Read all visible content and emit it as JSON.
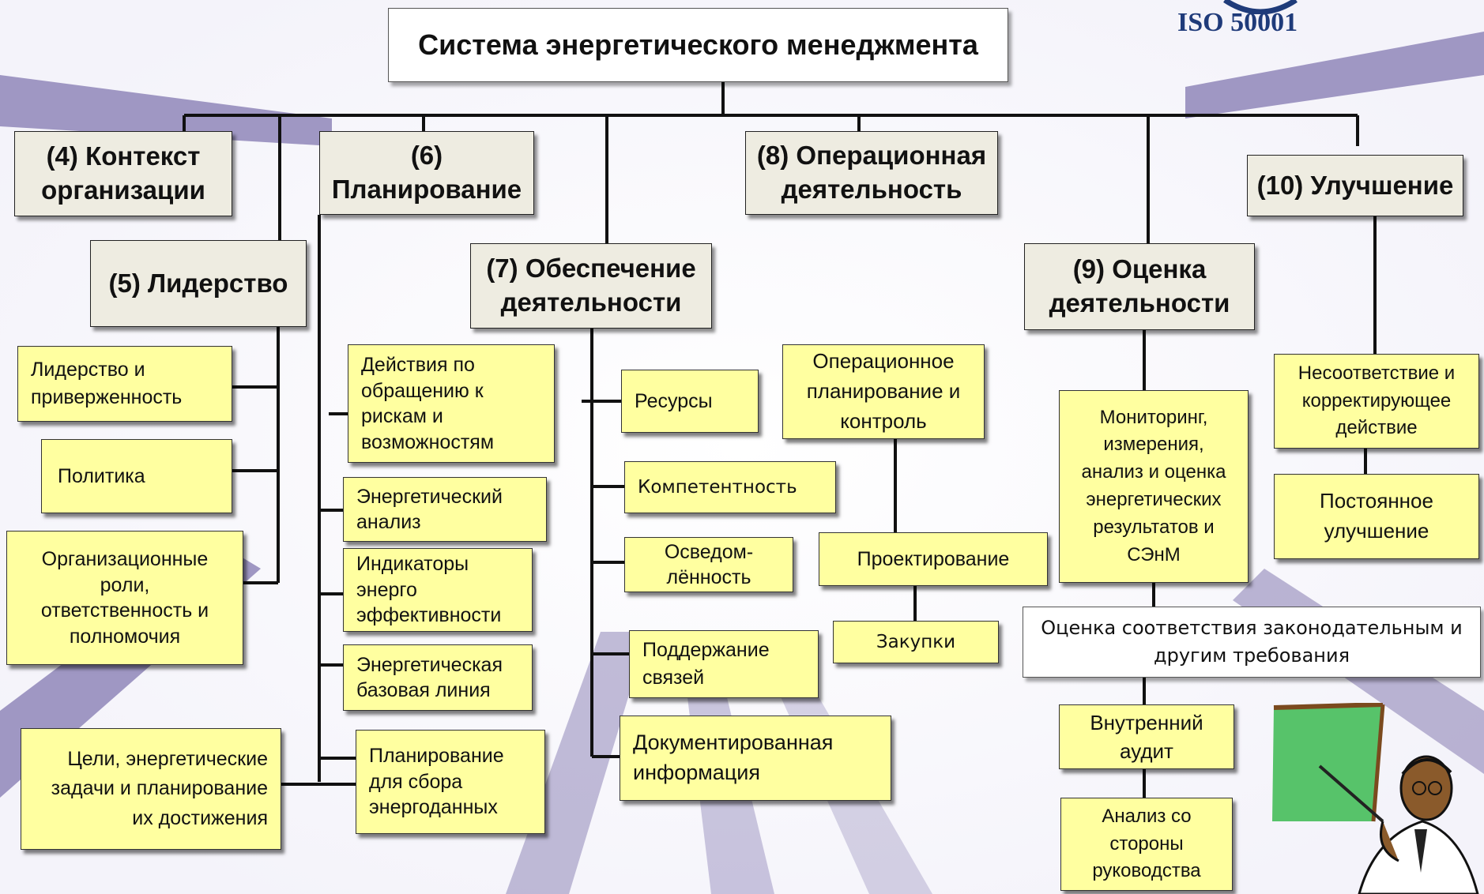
{
  "title": "Система энергетического менеджмента",
  "logo_text": "ISO 50001",
  "colors": {
    "header_fill": "#eeece1",
    "item_fill": "#ffffa0",
    "logo_text": "#1f3b7a",
    "background_stripes": "#8f86b8",
    "connector": "#111111"
  },
  "sections": {
    "context": "(4) Контекст\nорганизации",
    "leadership": "(5) Лидерство",
    "planning": "(6)\nПланирование",
    "support": "(7) Обеспечение\nдеятельности",
    "operation": "(8) Операционная\nдеятельность",
    "evaluation": "(9) Оценка\nдеятельности",
    "improvement": "(10) Улучшение"
  },
  "leadership_items": [
    "Лидерство и\nприверженность",
    "Политика",
    "Организационные\nроли,\nответственность и\nполномочия"
  ],
  "planning_items": [
    "Действия по\nобращению к\nрискам и\nвозможностям",
    "Энергетический\nанализ",
    "Индикаторы\nэнерго\nэффективности",
    "Энергетическая\nбазовая линия",
    "Планирование\nдля сбора\nэнергоданных"
  ],
  "planning_objectives": "Цели, энергетические\nзадачи и планирование\nих достижения",
  "support_items": [
    "Ресурсы",
    "Компетентность",
    "Осведом-\nлённость",
    "Поддержание\nсвязей",
    "Документированная\nинформация"
  ],
  "operation_items": [
    "Операционное\nпланирование и\nконтроль",
    "Проектирование",
    "Закупки"
  ],
  "evaluation_items": [
    "Мониторинг,\nизмерения,\nанализ и оценка\nэнергетических\nрезультатов и\nСЭнМ",
    "Оценка соответствия законодательным и\nдругим требования",
    "Внутренний\nаудит",
    "Анализ со\nстороны\nруководства"
  ],
  "improvement_items": [
    "Несоответствие и\nкорректирующее\nдействие",
    "Постоянное\nулучшение"
  ],
  "icons": {
    "logo": "iso-logo-arc-icon",
    "presenter": "teacher-with-pointer-icon"
  }
}
